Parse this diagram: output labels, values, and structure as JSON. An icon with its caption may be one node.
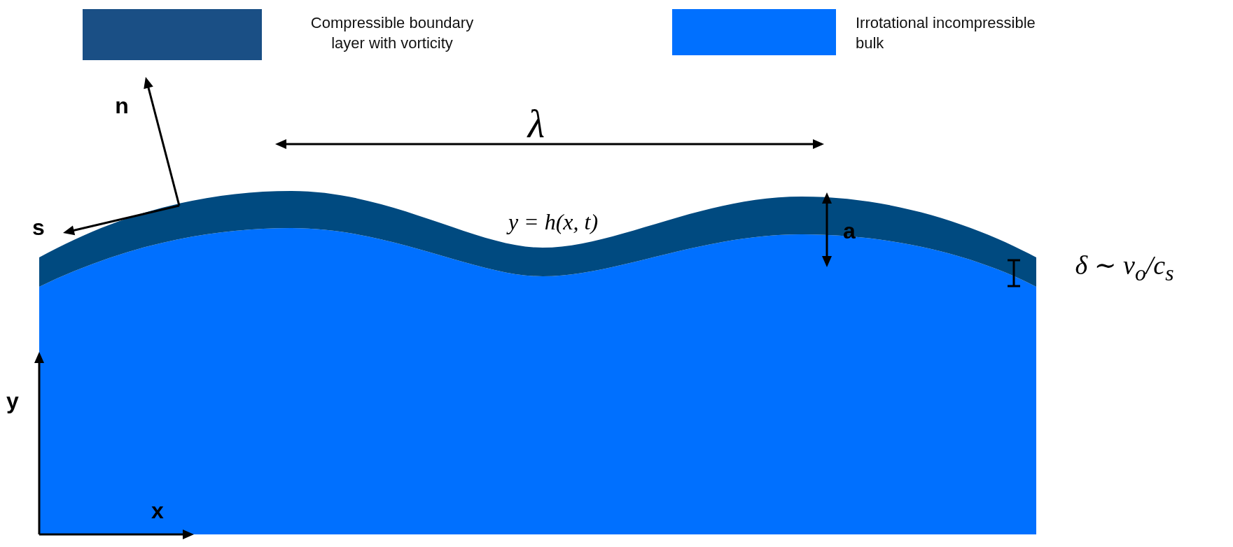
{
  "diagram": {
    "labels": [
      "n",
      "s",
      "λ",
      "y = h(x, t)",
      "a",
      "δ ∼ ν$_{o}$/c$_{s}$",
      "y",
      "x"
    ],
    "legend": [
      {
        "text": "Compressible boundary layer with vorticity",
        "color": "#1a4f85"
      },
      {
        "text": "Irrotational incompressible bulk",
        "color": "#0070ff"
      }
    ]
  }
}
